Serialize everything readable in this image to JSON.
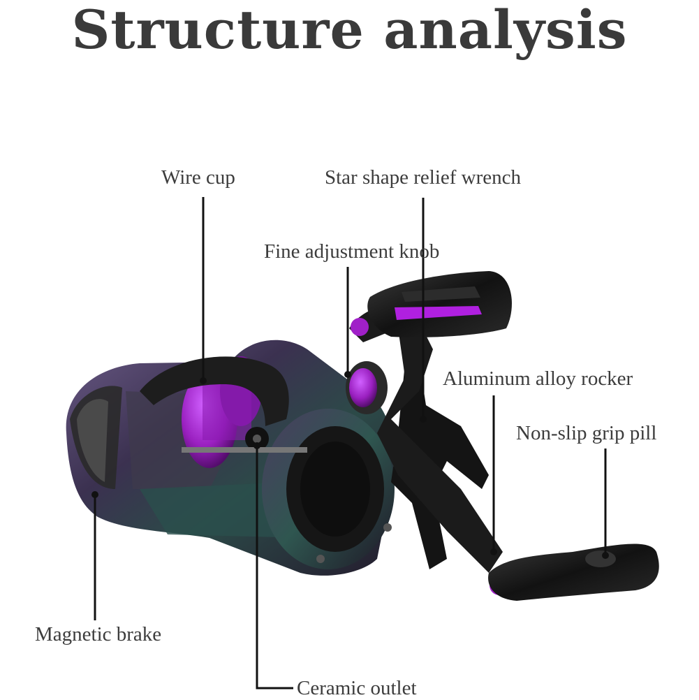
{
  "title": "Structure analysis",
  "labels": {
    "wire_cup": "Wire cup",
    "star_wrench": "Star shape relief wrench",
    "fine_knob": "Fine adjustment knob",
    "aluminum_rocker": "Aluminum alloy rocker",
    "grip_pill": "Non-slip grip pill",
    "magnetic_brake": "Magnetic brake",
    "ceramic_outlet": "Ceramic outlet"
  },
  "colors": {
    "background": "#ffffff",
    "text": "#3c3c3c",
    "reel_body": "#3a2f48",
    "accent_purple": "#a020c8",
    "handle_black": "#1a1a1a"
  }
}
